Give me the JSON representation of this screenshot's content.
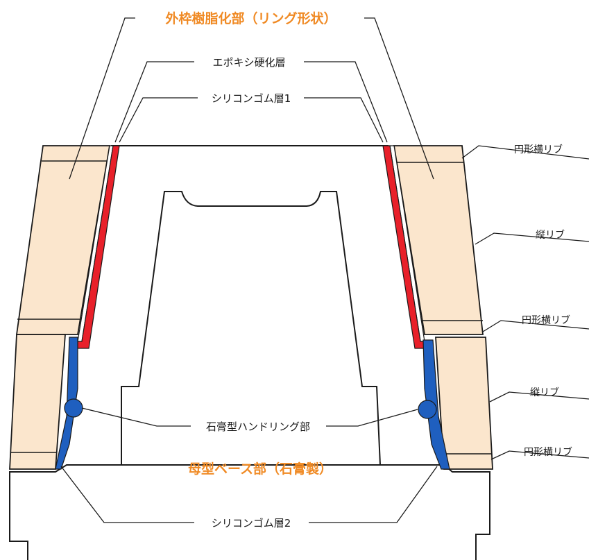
{
  "colors": {
    "orange_label": "#f08a24",
    "beige_fill": "#fbe6cd",
    "red_layer": "#e8202a",
    "blue_layer": "#1f5fbf",
    "outline": "#1a1a1a"
  },
  "labels": {
    "outer_frame_resin": "外枠樹脂化部（リング形状）",
    "epoxy_layer": "エポキシ硬化層",
    "silicone_layer_1": "シリコンゴム層1",
    "gypsum_handling": "石膏型ハンドリング部",
    "mother_base": "母型ベース部（石膏製）",
    "silicone_layer_2": "シリコンゴム層2",
    "circular_rib_top": "円形横リブ",
    "vertical_rib_upper": "縦リブ",
    "circular_rib_mid": "円形横リブ",
    "vertical_rib_lower": "縦リブ",
    "circular_rib_bottom": "円形横リブ"
  }
}
